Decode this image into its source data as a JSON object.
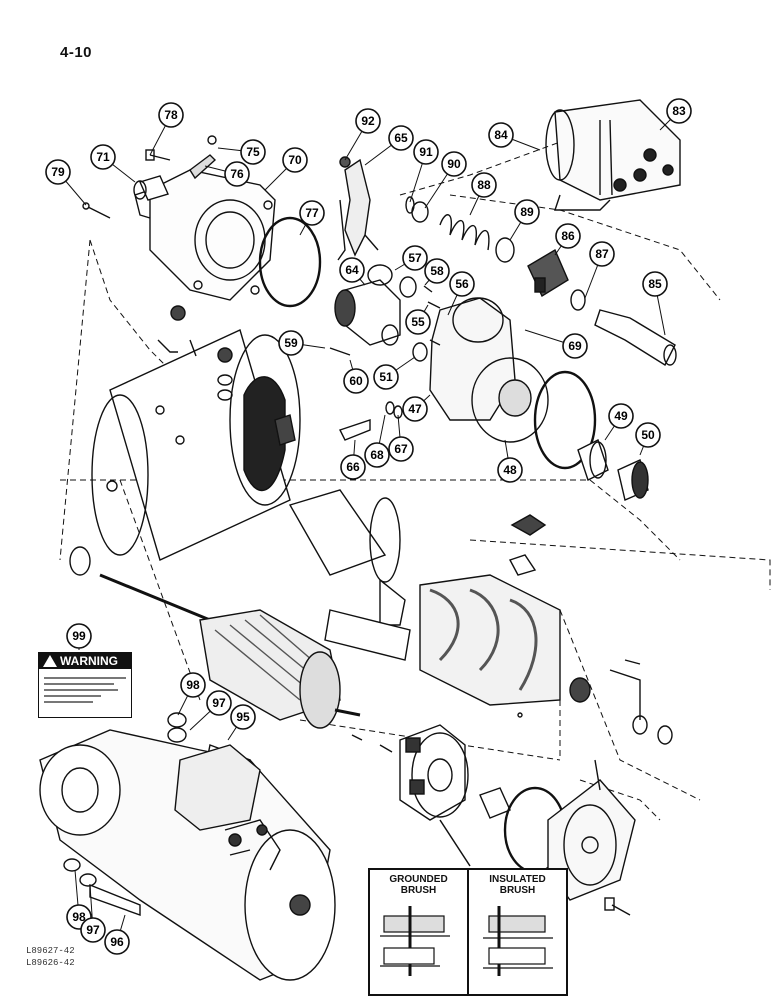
{
  "page": {
    "number": "4-10"
  },
  "figure_codes": [
    "L89627-42",
    "L89626-42"
  ],
  "warning_decal": {
    "label": "WARNING"
  },
  "inset": {
    "grounded_label": "GROUNDED\nBRUSH",
    "insulated_label": "INSULATED\nBRUSH"
  },
  "callouts": [
    {
      "id": "c78",
      "label": "78"
    },
    {
      "id": "c75",
      "label": "75"
    },
    {
      "id": "c76",
      "label": "76"
    },
    {
      "id": "c71",
      "label": "71"
    },
    {
      "id": "c79",
      "label": "79"
    },
    {
      "id": "c70",
      "label": "70"
    },
    {
      "id": "c77",
      "label": "77"
    },
    {
      "id": "c92",
      "label": "92"
    },
    {
      "id": "c65",
      "label": "65"
    },
    {
      "id": "c91",
      "label": "91"
    },
    {
      "id": "c90",
      "label": "90"
    },
    {
      "id": "c88",
      "label": "88"
    },
    {
      "id": "c84",
      "label": "84"
    },
    {
      "id": "c83",
      "label": "83"
    },
    {
      "id": "c89",
      "label": "89"
    },
    {
      "id": "c86",
      "label": "86"
    },
    {
      "id": "c87",
      "label": "87"
    },
    {
      "id": "c85",
      "label": "85"
    },
    {
      "id": "c57",
      "label": "57"
    },
    {
      "id": "c58",
      "label": "58"
    },
    {
      "id": "c56",
      "label": "56"
    },
    {
      "id": "c55",
      "label": "55"
    },
    {
      "id": "c64",
      "label": "64"
    },
    {
      "id": "c59",
      "label": "59"
    },
    {
      "id": "c60",
      "label": "60"
    },
    {
      "id": "c51",
      "label": "51"
    },
    {
      "id": "c69",
      "label": "69"
    },
    {
      "id": "c47",
      "label": "47"
    },
    {
      "id": "c49",
      "label": "49"
    },
    {
      "id": "c50",
      "label": "50"
    },
    {
      "id": "c66",
      "label": "66"
    },
    {
      "id": "c68",
      "label": "68"
    },
    {
      "id": "c67",
      "label": "67"
    },
    {
      "id": "c48",
      "label": "48"
    },
    {
      "id": "c99",
      "label": "99"
    },
    {
      "id": "c98a",
      "label": "98"
    },
    {
      "id": "c97a",
      "label": "97"
    },
    {
      "id": "c95",
      "label": "95"
    },
    {
      "id": "c98b",
      "label": "98"
    },
    {
      "id": "c97b",
      "label": "97"
    },
    {
      "id": "c96",
      "label": "96"
    }
  ]
}
